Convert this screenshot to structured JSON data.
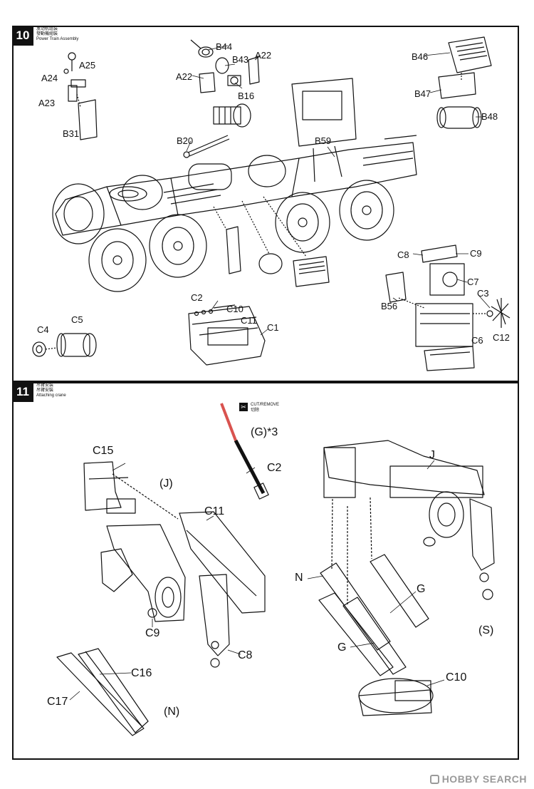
{
  "step10": {
    "number": "10",
    "title_cn1": "发动机组装",
    "title_cn2": "發動機組裝",
    "title_en": "Power Train Assembly",
    "labels": {
      "a25": "A25",
      "a24": "A24",
      "a23": "A23",
      "b31": "B31",
      "b44": "B44",
      "b43": "B43",
      "a22a": "A22",
      "a22b": "A22",
      "b16": "B16",
      "b20": "B20",
      "b59": "B59",
      "b46": "B46",
      "b47": "B47",
      "b48": "B48",
      "c8": "C8",
      "c9": "C9",
      "c7": "C7",
      "c3": "C3",
      "b56": "B56",
      "c12": "C12",
      "c6": "C6",
      "c2": "C2",
      "c10": "C10",
      "c11": "C11",
      "c1": "C1",
      "c4": "C4",
      "c5": "C5"
    }
  },
  "step11": {
    "number": "11",
    "title_cn1": "吊臂安装",
    "title_cn2": "吊臂安裝",
    "title_en": "Attaching crane",
    "cut_icon": "✂",
    "cut_en": "CUT/REMOVE",
    "cut_cn": "切除",
    "g_note": "(G)*3",
    "labels": {
      "c2": "C2",
      "c15": "C15",
      "j_group": "(J)",
      "c11": "C11",
      "c9": "C9",
      "c8": "C8",
      "c16": "C16",
      "c17": "C17",
      "n_group": "(N)",
      "j": "J",
      "n": "N",
      "g1": "G",
      "g2": "G",
      "s_group": "(S)",
      "c10": "C10"
    }
  },
  "watermark": "HOBBY SEARCH"
}
